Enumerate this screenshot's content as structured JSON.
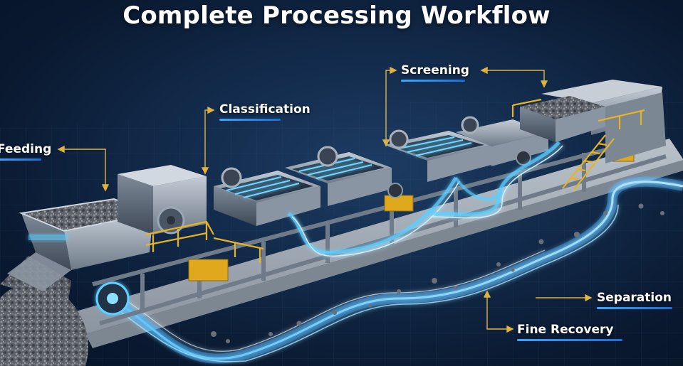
{
  "title": "Complete Processing Workflow",
  "stages": {
    "feeding": "Feeding",
    "classification": "Classification",
    "screening": "Screening",
    "separation": "Separation",
    "fine_recovery": "Fine Recovery"
  },
  "colors": {
    "accent_blue": "#3aa7ff",
    "glow_cyan": "#6fd8ff",
    "leader_gold": "#e0b341",
    "railing_yellow": "#e8b323",
    "steel": "#9aa7b6"
  }
}
